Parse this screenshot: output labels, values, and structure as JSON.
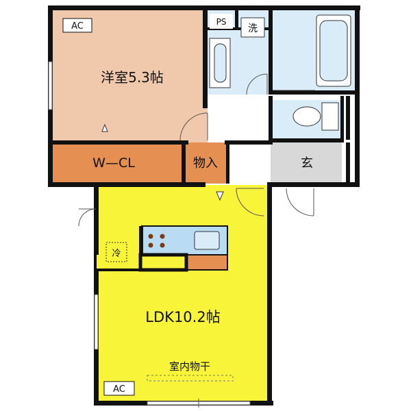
{
  "rooms": {
    "western_room": {
      "label": "洋室5.3帖",
      "color": "#f0c8ac"
    },
    "walk_in_closet": {
      "label": "W—CL",
      "color": "#e58f52"
    },
    "storage": {
      "label": "物入",
      "color": "#e58f52"
    },
    "entrance": {
      "label": "玄",
      "color": "#d8d8d8"
    },
    "ldk": {
      "label": "LDK10.2帖",
      "color": "#f7f439"
    },
    "wet_area": {
      "color": "#d9ecf8"
    },
    "pipe_space": {
      "label": "PS"
    },
    "washer": {
      "label": "洗"
    }
  },
  "fixtures": {
    "refrigerator": {
      "label": "冷"
    },
    "indoor_drying": {
      "label": "室内物干"
    }
  },
  "ac_units": {
    "bedroom": "AC",
    "ldk": "AC"
  },
  "colors": {
    "wall": "#111111",
    "kitchen_counter": "#b9dcf2",
    "kitchen_cabinet": "#e58f52"
  }
}
